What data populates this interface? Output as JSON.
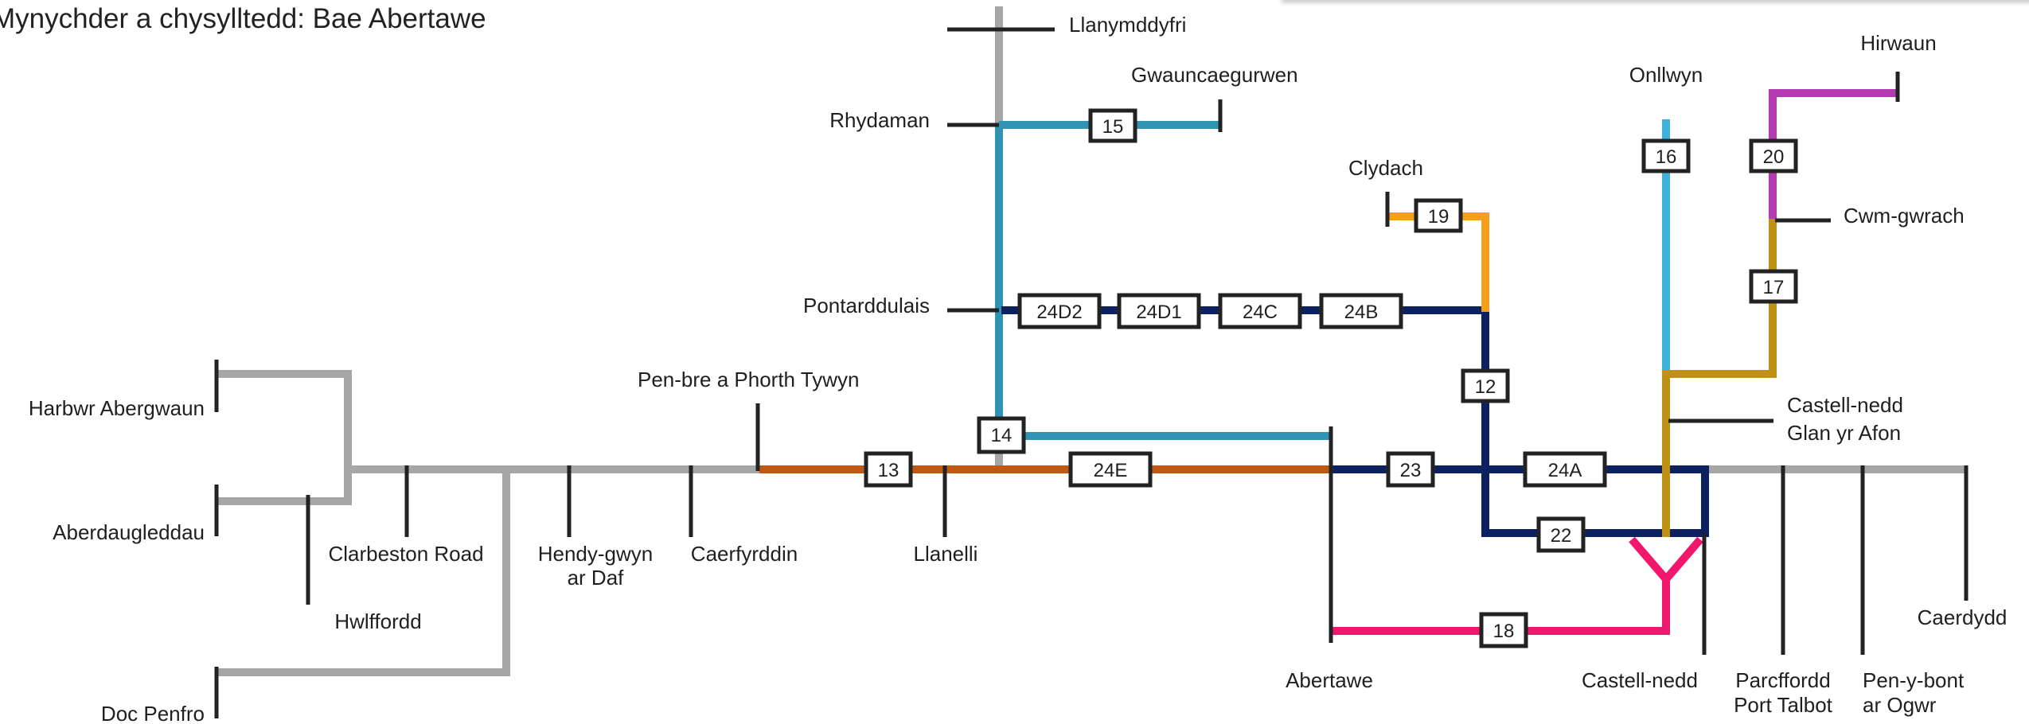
{
  "title": "Mynychder a chysylltedd: Bae Abertawe",
  "line_colors": {
    "grey": "#a6a6a6",
    "teal": "#2f93b1",
    "navy": "#0d2160",
    "orange": "#f4a019",
    "brown": "#c05a13",
    "pink": "#f2176c",
    "lightblue": "#3fb0dc",
    "ochre": "#bf9116",
    "purple": "#b23bb3",
    "stub": "#222222"
  },
  "stations": {
    "llanymddyfri": "Llanymddyfri",
    "gwauncaegurwen": "Gwauncaegurwen",
    "rhydaman": "Rhydaman",
    "onllwyn": "Onllwyn",
    "hirwaun": "Hirwaun",
    "clydach": "Clydach",
    "cwm_gwrach": "Cwm-gwrach",
    "pontarddulais": "Pontarddulais",
    "pen_bre": "Pen-bre a Phorth Tywyn",
    "harbwr_abergwaun": "Harbwr Abergwaun",
    "castell_nedd_glan_line1": "Castell-nedd",
    "castell_nedd_glan_line2": "Glan yr Afon",
    "aberdaugleddau": "Aberdaugleddau",
    "clarbeston_road": "Clarbeston Road",
    "hendy_gwyn_line1": "Hendy-gwyn",
    "hendy_gwyn_line2": "ar Daf",
    "caerfyrddin": "Caerfyrddin",
    "llanelli": "Llanelli",
    "hwlffordd": "Hwlffordd",
    "caerdydd": "Caerdydd",
    "abertawe": "Abertawe",
    "castell_nedd": "Castell-nedd",
    "parcffordd_line1": "Parcffordd",
    "parcffordd_line2": "Port Talbot",
    "pen_y_bont_line1": "Pen-y-bont",
    "pen_y_bont_line2": "ar Ogwr",
    "doc_penfro": "Doc Penfro"
  },
  "routes": {
    "r15": "15",
    "r16": "16",
    "r20": "20",
    "r19": "19",
    "r17": "17",
    "r24D2": "24D2",
    "r24D1": "24D1",
    "r24C": "24C",
    "r24B": "24B",
    "r12": "12",
    "r14": "14",
    "r13": "13",
    "r24E": "24E",
    "r23": "23",
    "r24A": "24A",
    "r22": "22",
    "r18": "18"
  }
}
